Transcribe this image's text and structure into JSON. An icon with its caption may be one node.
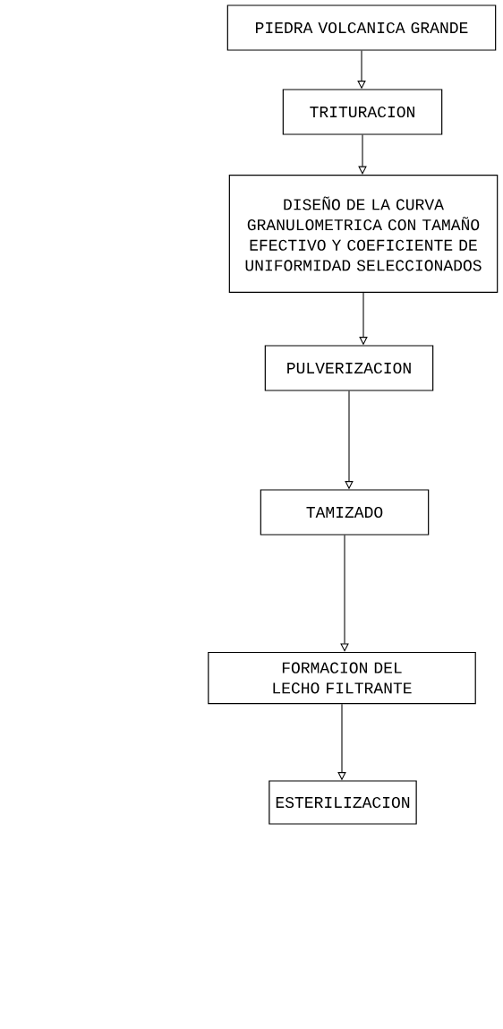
{
  "diagram": {
    "nodes": [
      {
        "text": [
          "PIEDRA VOLCANICA GRANDE"
        ]
      },
      {
        "text": [
          "TRITURACION"
        ]
      },
      {
        "text": [
          "DISEÑO DE LA CURVA GRANULOMETRICA CON TAMAÑO EFECTIVO Y COEFICIENTE DE UNIFORMIDAD SELECCIONADOS"
        ]
      },
      {
        "text": [
          "PULVERIZACION"
        ]
      },
      {
        "text": [
          "TAMIZADO"
        ]
      },
      {
        "text": [
          "FORMACION DEL LECHO FILTRANTE"
        ]
      },
      {
        "text": [
          "ESTERILIZACION"
        ]
      }
    ],
    "edges": [
      {
        "from": 0,
        "to": 1,
        "arrow": "to"
      },
      {
        "from": 1,
        "to": 2,
        "arrow": "to"
      },
      {
        "from": 2,
        "to": 3,
        "arrow": "to"
      },
      {
        "from": 3,
        "to": 4,
        "arrow": "to"
      },
      {
        "from": 4,
        "to": 5,
        "arrow": "to"
      },
      {
        "from": 5,
        "to": 6,
        "arrow": "to"
      }
    ]
  }
}
